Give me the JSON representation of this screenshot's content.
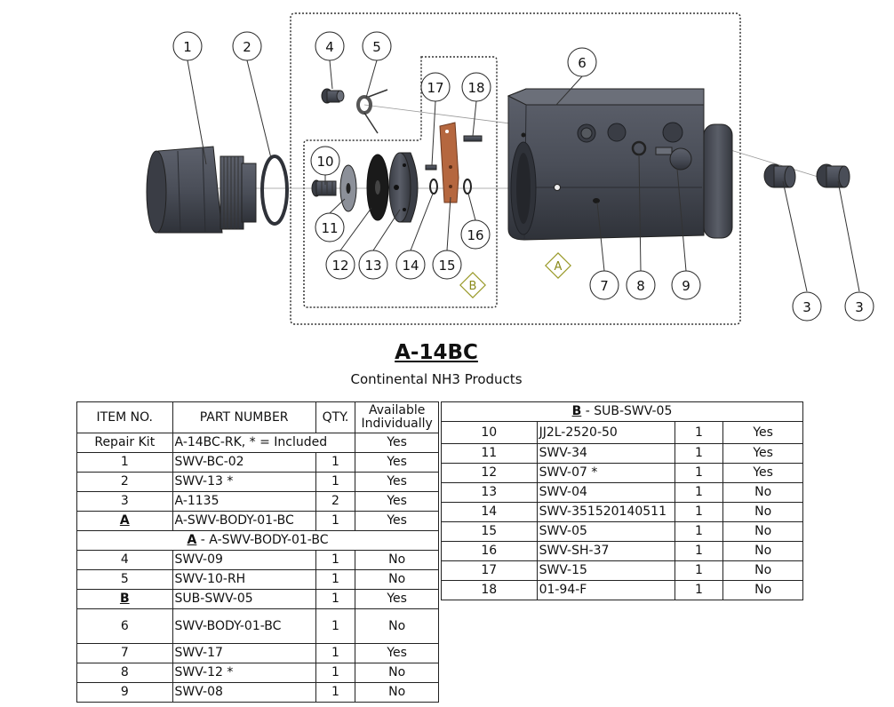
{
  "title": "A-14BC",
  "subtitle": "Continental NH3 Products",
  "balloons": [
    "1",
    "2",
    "3",
    "3",
    "4",
    "5",
    "6",
    "7",
    "8",
    "9",
    "10",
    "11",
    "12",
    "13",
    "14",
    "15",
    "16",
    "17",
    "18"
  ],
  "diamonds": [
    "A",
    "B"
  ],
  "main_table": {
    "headers": {
      "item": "ITEM NO.",
      "part": "PART NUMBER",
      "qty": "QTY.",
      "avail_1": "Available",
      "avail_2": "Individually"
    },
    "rows": [
      {
        "item": "Repair Kit",
        "part": "A-14BC-RK, * = Included",
        "qty": "",
        "avail": "Yes"
      },
      {
        "item": "1",
        "part": "SWV-BC-02",
        "qty": "1",
        "avail": "Yes"
      },
      {
        "item": "2",
        "part": "SWV-13 *",
        "qty": "1",
        "avail": "Yes"
      },
      {
        "item": "3",
        "part": "A-1135",
        "qty": "2",
        "avail": "Yes"
      },
      {
        "item": "A",
        "part": "A-SWV-BODY-01-BC",
        "qty": "1",
        "avail": "Yes"
      }
    ],
    "section_a": {
      "letter": "A",
      "label": " - A-SWV-BODY-01-BC"
    },
    "rows_a": [
      {
        "item": "4",
        "part": "SWV-09",
        "qty": "1",
        "avail": "No"
      },
      {
        "item": "5",
        "part": "SWV-10-RH",
        "qty": "1",
        "avail": "No"
      },
      {
        "item": "B",
        "part": "SUB-SWV-05",
        "qty": "1",
        "avail": "Yes"
      },
      {
        "item": "6",
        "part": "SWV-BODY-01-BC",
        "qty": "1",
        "avail": "No"
      },
      {
        "item": "7",
        "part": "SWV-17",
        "qty": "1",
        "avail": "Yes"
      },
      {
        "item": "8",
        "part": "SWV-12 *",
        "qty": "1",
        "avail": "No"
      },
      {
        "item": "9",
        "part": "SWV-08",
        "qty": "1",
        "avail": "No"
      }
    ]
  },
  "sub_table": {
    "section_b": {
      "letter": "B",
      "label": " - SUB-SWV-05"
    },
    "rows": [
      {
        "item": "10",
        "part": "JJ2L-2520-50",
        "qty": "1",
        "avail": "Yes"
      },
      {
        "item": "11",
        "part": "SWV-34",
        "qty": "1",
        "avail": "Yes"
      },
      {
        "item": "12",
        "part": "SWV-07 *",
        "qty": "1",
        "avail": "Yes"
      },
      {
        "item": "13",
        "part": "SWV-04",
        "qty": "1",
        "avail": "No"
      },
      {
        "item": "14",
        "part": "SWV-351520140511",
        "qty": "1",
        "avail": "No"
      },
      {
        "item": "15",
        "part": "SWV-05",
        "qty": "1",
        "avail": "No"
      },
      {
        "item": "16",
        "part": "SWV-SH-37",
        "qty": "1",
        "avail": "No"
      },
      {
        "item": "17",
        "part": "SWV-15",
        "qty": "1",
        "avail": "No"
      },
      {
        "item": "18",
        "part": "01-94-F",
        "qty": "1",
        "avail": "No"
      }
    ]
  },
  "colors": {
    "metal": "#4a4e58",
    "metal_dark": "#2f3239",
    "copper": "#b5673f",
    "diamond": "#9a9a2a"
  }
}
